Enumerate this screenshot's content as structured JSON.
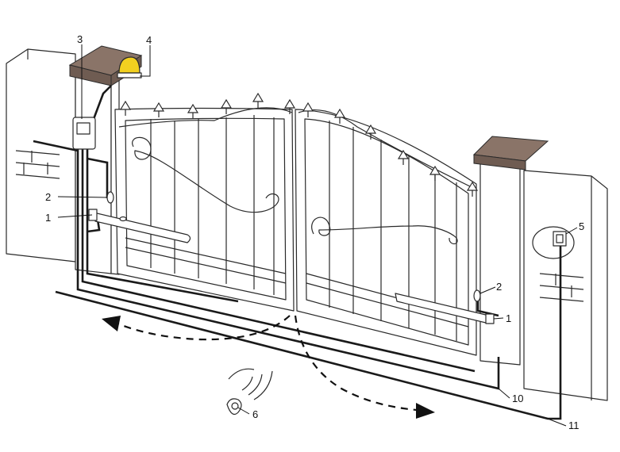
{
  "callouts": [
    {
      "id": "c1a",
      "label": "1"
    },
    {
      "id": "c1b",
      "label": "1"
    },
    {
      "id": "c2a",
      "label": "2"
    },
    {
      "id": "c2b",
      "label": "2"
    },
    {
      "id": "c3",
      "label": "3"
    },
    {
      "id": "c4",
      "label": "4"
    },
    {
      "id": "c5",
      "label": "5"
    },
    {
      "id": "c6",
      "label": "6"
    },
    {
      "id": "c10",
      "label": "10"
    },
    {
      "id": "c11",
      "label": "11"
    }
  ],
  "colors": {
    "pillar_cap": "#8a7468",
    "lamp": "#f2d020",
    "line": "#2a2a2a",
    "background": "#ffffff"
  }
}
